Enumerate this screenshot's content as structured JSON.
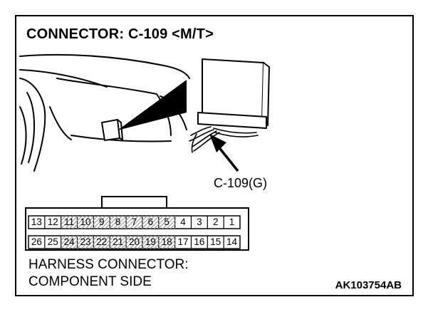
{
  "title": "CONNECTOR: C-109 <M/T>",
  "callout_label": "C-109(G)",
  "connector": {
    "top_row": [
      "13",
      "12",
      "11",
      "10",
      "9",
      "8",
      "7",
      "6",
      "5",
      "4",
      "3",
      "2",
      "1"
    ],
    "bottom_row": [
      "26",
      "25",
      "24",
      "23",
      "22",
      "21",
      "20",
      "19",
      "18",
      "17",
      "16",
      "15",
      "14"
    ],
    "hatched_top": [
      false,
      false,
      true,
      true,
      true,
      true,
      true,
      true,
      true,
      false,
      false,
      false,
      false
    ],
    "hatched_bottom": [
      false,
      false,
      true,
      true,
      true,
      true,
      true,
      true,
      true,
      false,
      false,
      false,
      false
    ]
  },
  "caption": {
    "line1": "HARNESS CONNECTOR:",
    "line2": "COMPONENT SIDE"
  },
  "figure_code": "AK103754AB"
}
